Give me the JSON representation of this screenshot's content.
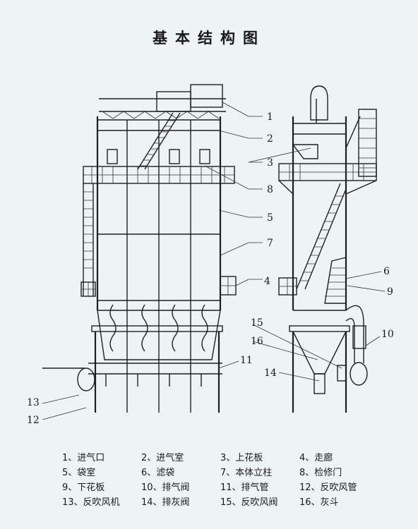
{
  "title": "基本结构图",
  "callouts": [
    "1",
    "2",
    "3",
    "4",
    "5",
    "6",
    "7",
    "8",
    "9",
    "10",
    "11",
    "12",
    "13",
    "14",
    "15",
    "16"
  ],
  "legend": [
    "1、进气口",
    "2、进气室",
    "3、上花板",
    "4、走廊",
    "5、袋室",
    "6、滤袋",
    "7、本体立柱",
    "8、检修门",
    "9、下花板",
    "10、排气阀",
    "11、排气管",
    "12、反吹风管",
    "13、反吹风机",
    "14、排灰阀",
    "15、反吹风阀",
    "16、灰斗"
  ]
}
